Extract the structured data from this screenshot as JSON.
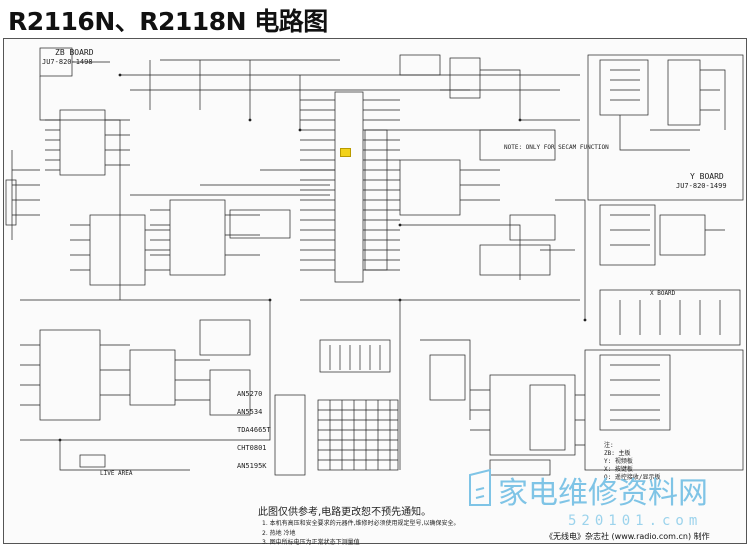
{
  "title": "R2116N、R2118N 电路图",
  "labels": {
    "zb_board": "ZB BOARD",
    "zb_board_code": "JU7-820-1498",
    "y_board": "Y BOARD",
    "y_board_code": "JU7-820-1499",
    "note_secam": "NOTE: ONLY FOR SECAM FUNCTION",
    "live_area": "LIVE AREA",
    "x_board": "X BOARD",
    "ic_list": [
      "AN5270",
      "AN5534",
      "TDA4665T",
      "CHT0801",
      "AN5195K"
    ],
    "legend_title": "注:",
    "legend_items": [
      "ZB: 主板",
      "Y: 视频板",
      "X: 按键板",
      "Q: 遥控接收/显示板"
    ]
  },
  "notes": {
    "disclaimer": "此图仅供参考,电路更改恕不预先通知。",
    "line1": "1. 本机有高压和安全要求的元器件,维修时必须使用规定型号,以确保安全。",
    "line2": "2. 热地 冷地",
    "line3": "3. 图中所标电压为正常状态下测量值"
  },
  "watermark": {
    "text": "家电维修资料网",
    "url": "520101.com"
  },
  "credit": "《无线电》杂志社 (www.radio.com.cn) 制作",
  "colors": {
    "ink": "#222222",
    "marker": "#f2d21a",
    "watermark": "#7fc4e6"
  }
}
